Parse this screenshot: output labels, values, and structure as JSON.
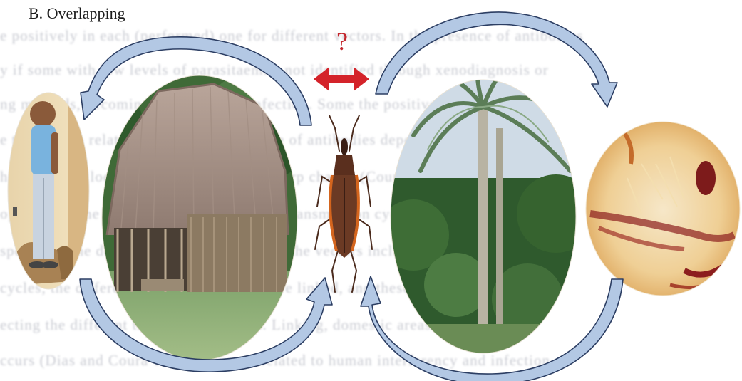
{
  "heading": "B. Overlapping",
  "relation_mark": "?",
  "images": {
    "person": "person-photo",
    "thatched_hut": "thatched-hut-photo",
    "insect": "triatomine-bug-photo",
    "palm_forest": "palm-forest-photo",
    "animal": "animal-photo"
  },
  "colors": {
    "arrow_fill": "#b3c8e4",
    "arrow_stroke": "#2c3e63",
    "double_arrow": "#d4232a",
    "question_mark": "#c3262c"
  }
}
